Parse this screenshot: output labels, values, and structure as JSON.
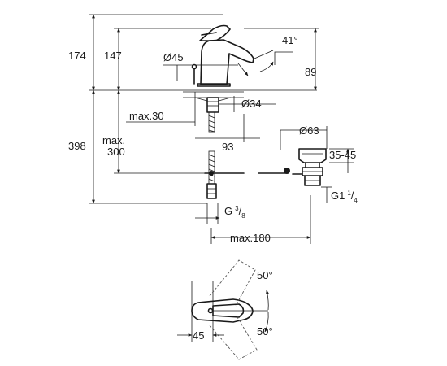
{
  "dimensions": {
    "height_total": "174",
    "height_spout": "147",
    "aerator_diameter": "Ø45",
    "spout_angle": "41°",
    "spout_reach": "89",
    "hole_diameter": "Ø34",
    "deck_thickness_max": "max.30",
    "height_lower_max_a": "max.",
    "height_lower_max_b": "300",
    "height_bottom": "398",
    "flex_hose": "93",
    "waste_diameter": "Ø63",
    "waste_range": "35-45",
    "waste_thread_main": "G1",
    "waste_thread_num": "1",
    "waste_thread_sep": "/",
    "waste_thread_den": "4",
    "inlet_thread_main": "G",
    "inlet_thread_num": "3",
    "inlet_thread_sep": "/",
    "inlet_thread_den": "8",
    "pull_rod_max": "max.180",
    "lever_angle_top": "50°",
    "lever_angle_bottom": "50°",
    "plan_offset": "45"
  }
}
